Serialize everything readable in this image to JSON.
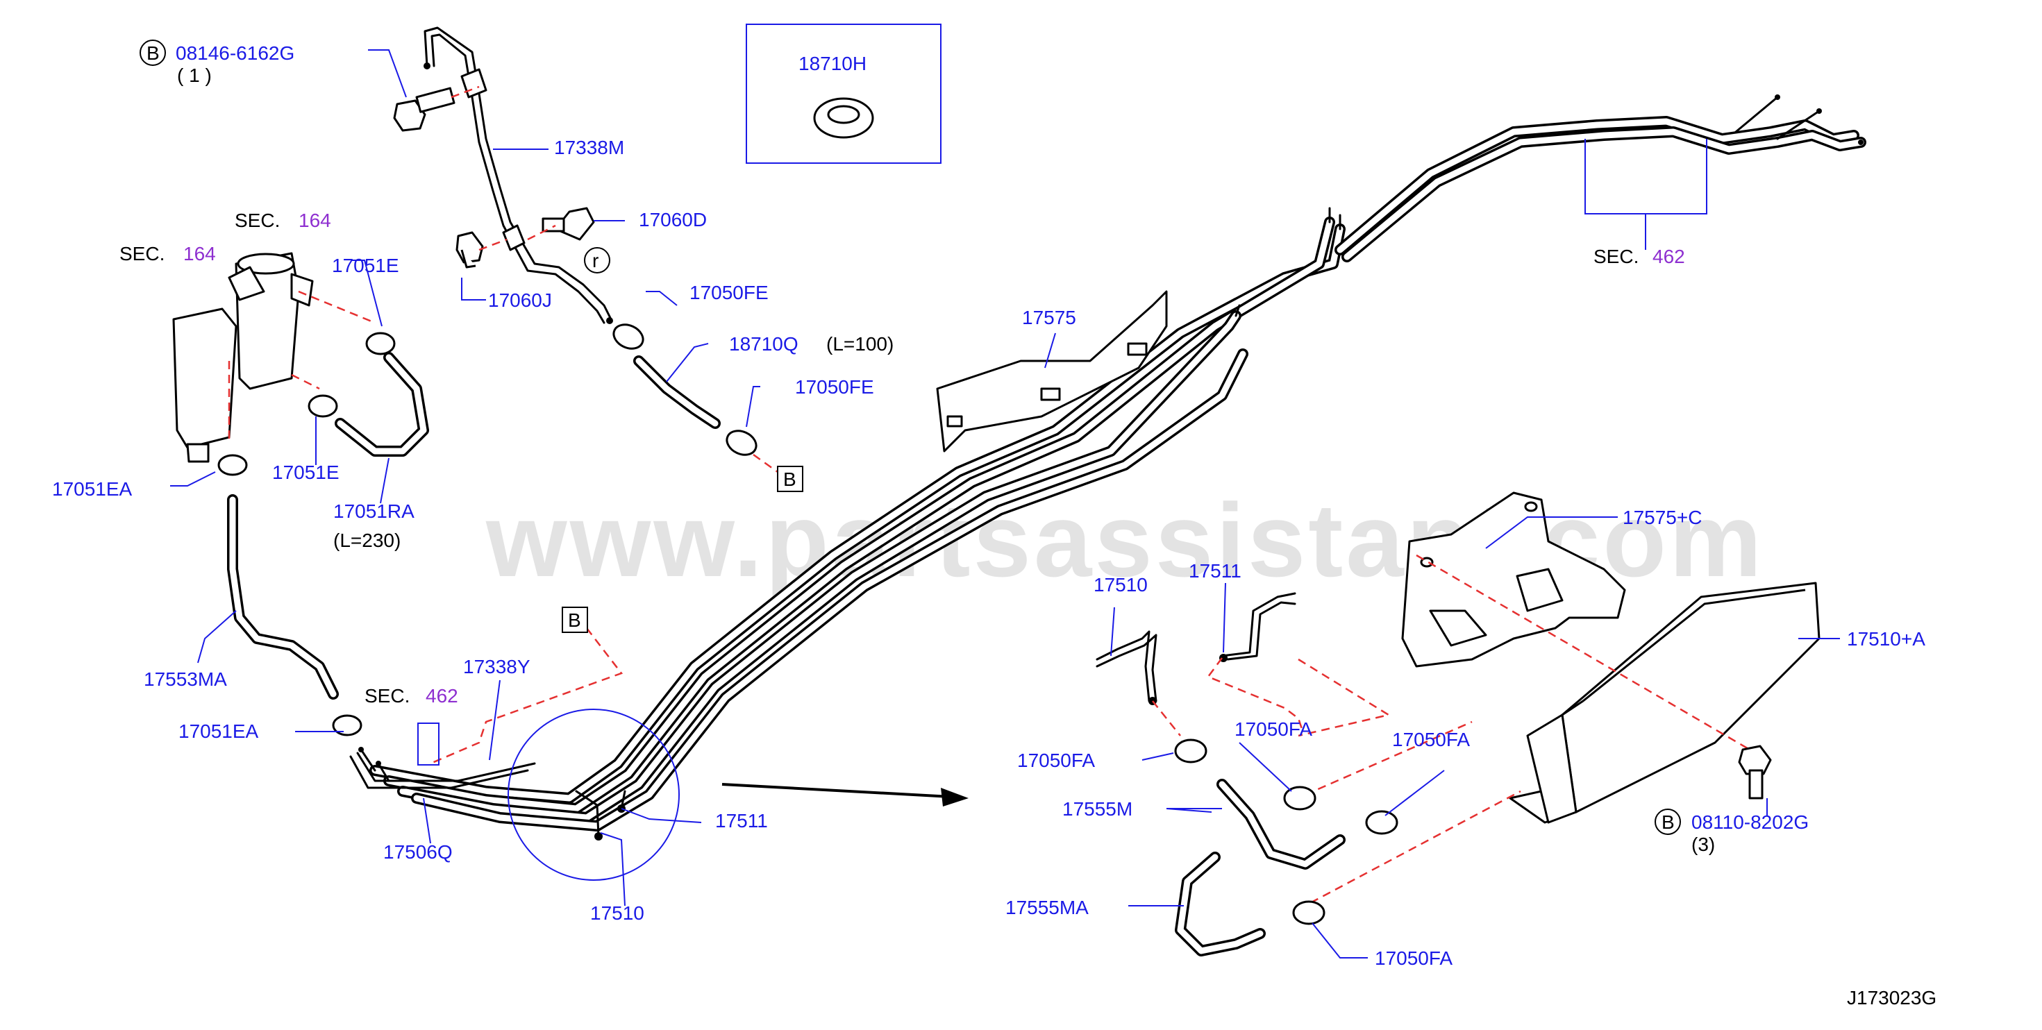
{
  "watermark": "www.partsassistant.com",
  "diagram_code": "J173023G",
  "section_word": "SEC.",
  "labels": {
    "bolt_b_1": "08146-6162G",
    "bolt_b_1_qty": "( 1 )",
    "bolt_b_2": "08110-8202G",
    "bolt_b_2_qty": "(3)",
    "circle_b": "B",
    "circle_r": "r",
    "box_b": "B",
    "p17338M": "17338M",
    "p17060D": "17060D",
    "p17060J": "17060J",
    "p17050FE_a": "17050FE",
    "p17050FE_b": "17050FE",
    "p18710Q": "18710Q",
    "p18710Q_len": "(L=100)",
    "p18710H": "18710H",
    "sec164_a": "164",
    "sec164_b": "164",
    "p17051E_a": "17051E",
    "p17051E_b": "17051E",
    "p17051EA_a": "17051EA",
    "p17051EA_b": "17051EA",
    "p17051RA": "17051RA",
    "p17051RA_len": "(L=230)",
    "p17553MA": "17553MA",
    "sec462_a": "462",
    "sec462_b": "462",
    "p17338Y": "17338Y",
    "p17506Q": "17506Q",
    "p17510_a": "17510",
    "p17510_b": "17510",
    "p17511_a": "17511",
    "p17511_b": "17511",
    "p17575": "17575",
    "p17575C": "17575+C",
    "p17510A": "17510+A",
    "p17050FA_a": "17050FA",
    "p17050FA_b": "17050FA",
    "p17050FA_c": "17050FA",
    "p17050FA_d": "17050FA",
    "p17555M": "17555M",
    "p17555MA": "17555MA"
  },
  "colors": {
    "part_label": "#1a1ae6",
    "section_ref": "#8e2fd0",
    "dashed_guide": "#e53030",
    "line_art": "#000000"
  }
}
